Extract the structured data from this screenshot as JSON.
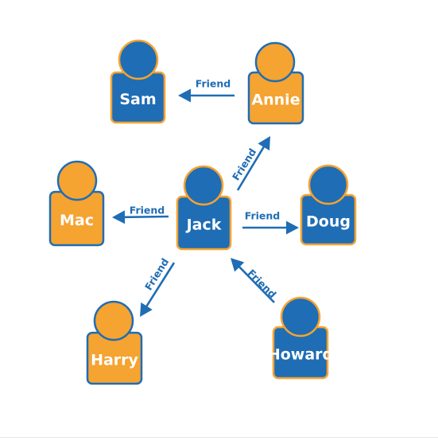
{
  "colors": {
    "blue": "#1f6db4",
    "orange": "#f5a331",
    "orange_border": "#1f6db4",
    "blue_border": "#f5a331",
    "arrow": "#1f6db4",
    "label": "#1f6db4"
  },
  "people": [
    {
      "id": "sam",
      "name": "Sam",
      "color": "blue"
    },
    {
      "id": "annie",
      "name": "Annie",
      "color": "orange"
    },
    {
      "id": "mac",
      "name": "Mac",
      "color": "orange"
    },
    {
      "id": "jack",
      "name": "Jack",
      "color": "blue"
    },
    {
      "id": "doug",
      "name": "Doug",
      "color": "blue"
    },
    {
      "id": "harry",
      "name": "Harry",
      "color": "orange"
    },
    {
      "id": "howard",
      "name": "Howard",
      "color": "blue"
    }
  ],
  "relationships": [
    {
      "from": "annie",
      "to": "sam",
      "label": "Friend"
    },
    {
      "from": "jack",
      "to": "annie",
      "label": "Friend"
    },
    {
      "from": "jack",
      "to": "mac",
      "label": "Friend"
    },
    {
      "from": "jack",
      "to": "doug",
      "label": "Friend"
    },
    {
      "from": "jack",
      "to": "harry",
      "label": "Friend"
    },
    {
      "from": "howard",
      "to": "jack",
      "label": "Friend"
    }
  ]
}
